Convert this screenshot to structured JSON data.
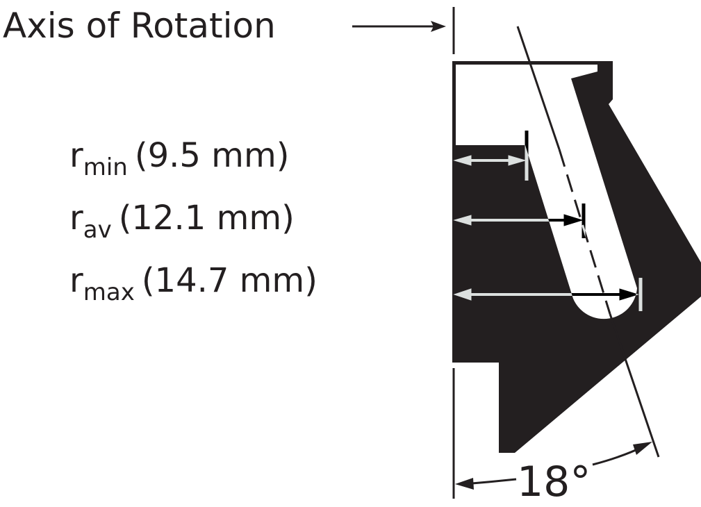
{
  "title": "Axis of Rotation",
  "radii": [
    {
      "symbol": "r",
      "sub": "min",
      "value": "(9.5 mm)"
    },
    {
      "symbol": "r",
      "sub": "av",
      "value": "(12.1 mm)"
    },
    {
      "symbol": "r",
      "sub": "max",
      "value": "(14.7 mm)"
    }
  ],
  "angle_label": "18°",
  "colors": {
    "body": "#231f20",
    "background": "#ffffff"
  }
}
